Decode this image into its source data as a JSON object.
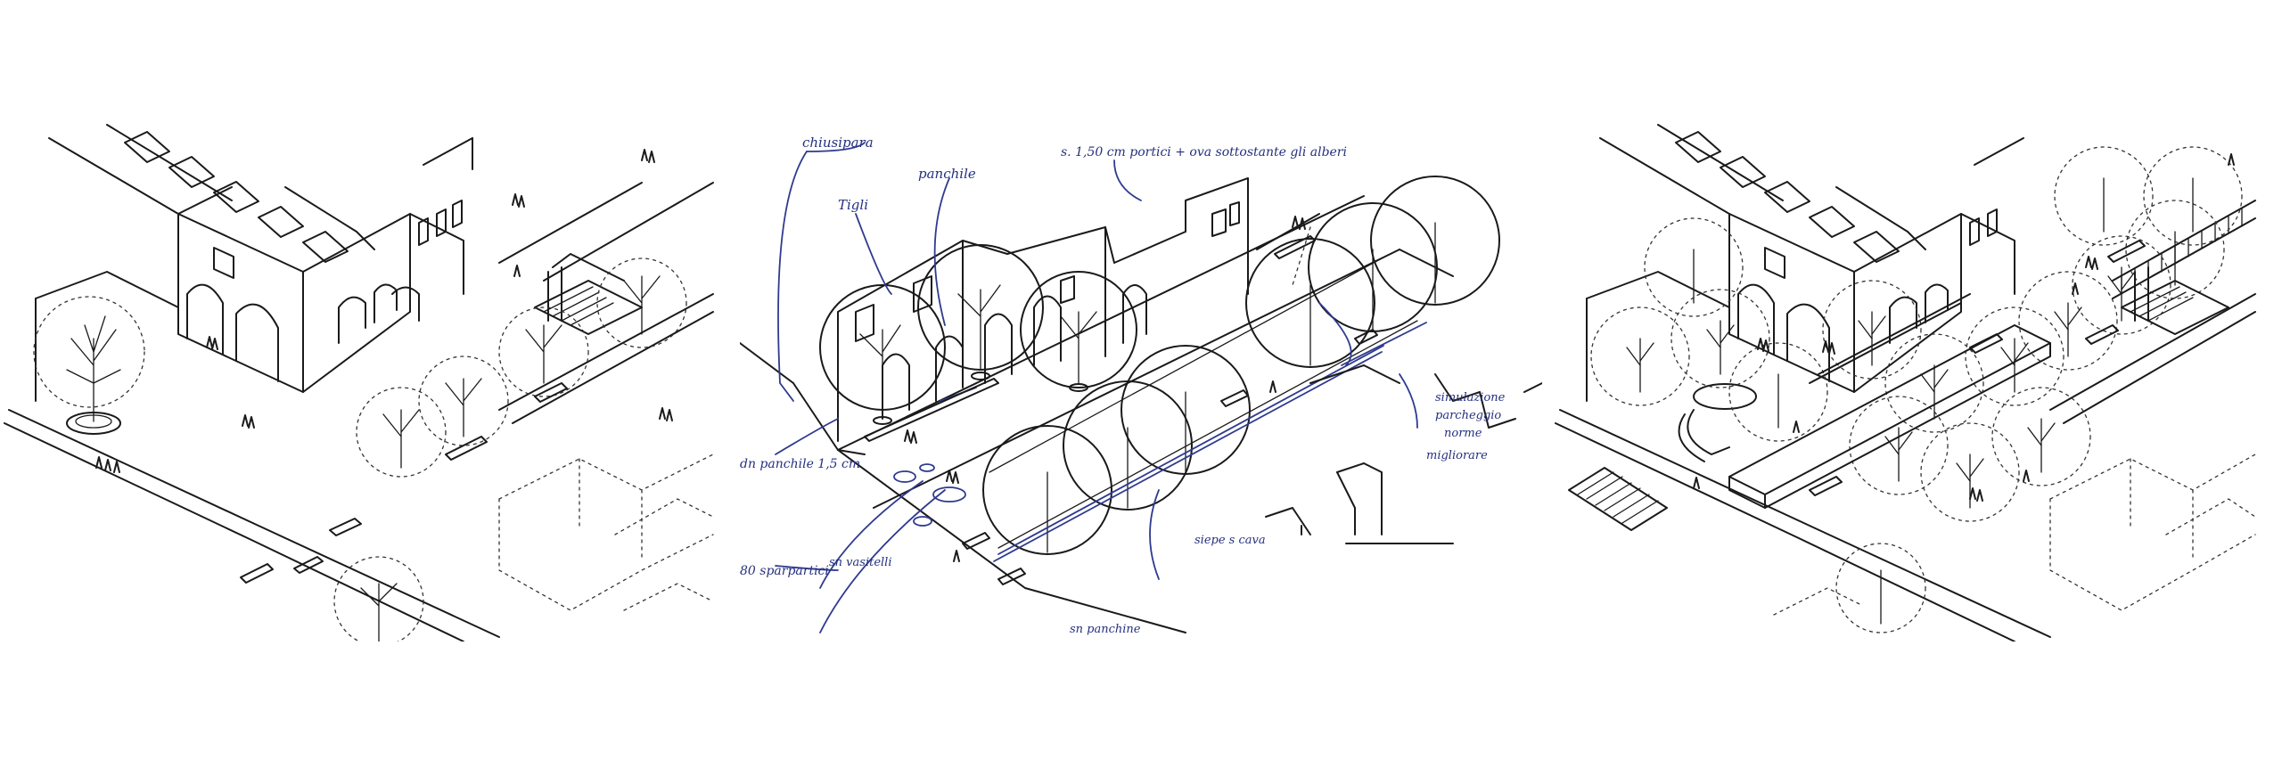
{
  "annotations": {
    "chiusura": "chiusipara",
    "tigli": "Tigli",
    "panchina_top": "panchile",
    "portici": "s. 1,50 cm portici + ova sottostante gli alberi",
    "panchine_left": "dn panchile 1,5 cm",
    "parcheggio": "80 sparpartici",
    "vasi": "sn vasitelli",
    "panchine_bottom": "sn panchine",
    "siepe": "siepe s cava",
    "illuminazione_1": "simulazione",
    "illuminazione_2": "parcheggio",
    "illuminazione_3": "norme",
    "illuminazione_4": "migliorare"
  }
}
